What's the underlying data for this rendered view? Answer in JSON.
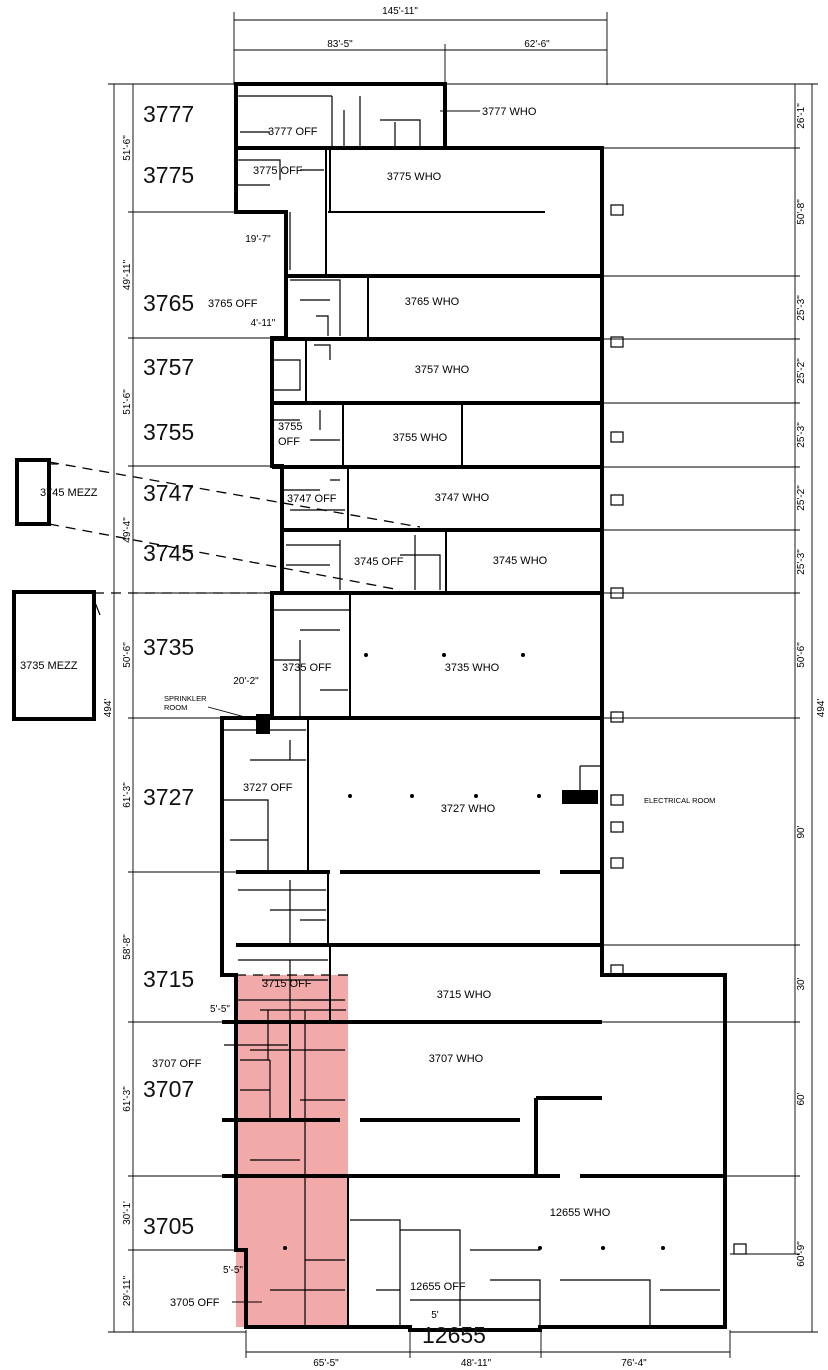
{
  "dimensions": {
    "top_total": "145'-11\"",
    "top_left": "83'-5\"",
    "top_right": "62'-6\"",
    "bottom_left": "65'-5\"",
    "bottom_mid": "48'-11\"",
    "bottom_right": "76'-4\"",
    "left_total": "494'",
    "right_total": "494'",
    "left_segments": [
      "51'-6\"",
      "49'-11\"",
      "51'-6\"",
      "49'-4\"",
      "50'-6\"",
      "61'-3\"",
      "58'-8\"",
      "61'-3\"",
      "30'-1'",
      "29'-11\""
    ],
    "right_segments": [
      "26'-1\"",
      "50'-8\"",
      "25'-3\"",
      "25'-2\"",
      "25'-3\"",
      "25'-2\"",
      "25'-3\"",
      "50'-6\"",
      "90'",
      "30'",
      "60'",
      "60'-9\""
    ],
    "inner": [
      "19'-7\"",
      "4'-11\"",
      "20'-2\"",
      "5'-5\"",
      "5'-5\"",
      "5'"
    ]
  },
  "units": [
    "3777",
    "3775",
    "3765",
    "3757",
    "3755",
    "3747",
    "3745",
    "3735",
    "3727",
    "3715",
    "3707",
    "3705",
    "12655"
  ],
  "warehouses": [
    "3777 WHO",
    "3775 WHO",
    "3765 WHO",
    "3757 WHO",
    "3755 WHO",
    "3747 WHO",
    "3745 WHO",
    "3735 WHO",
    "3727 WHO",
    "3715 WHO",
    "3707 WHO",
    "12655 WHO"
  ],
  "offices": [
    "3777 OFF",
    "3775 OFF",
    "3765 OFF",
    "3755",
    "OFF",
    "3747 OFF",
    "3745 OFF",
    "3735 OFF",
    "3727 OFF",
    "3715 OFF",
    "3707 OFF",
    "3705 OFF",
    "12655 OFF"
  ],
  "mezzanines": [
    "3745 MEZZ",
    "3735 MEZZ"
  ],
  "labels": {
    "sprinkler_line1": "SPRINKLER",
    "sprinkler_line2": "ROOM",
    "electrical": "ELECTRICAL ROOM"
  },
  "colors": {
    "highlight": "#f1a9a9",
    "lines": "#000000"
  }
}
